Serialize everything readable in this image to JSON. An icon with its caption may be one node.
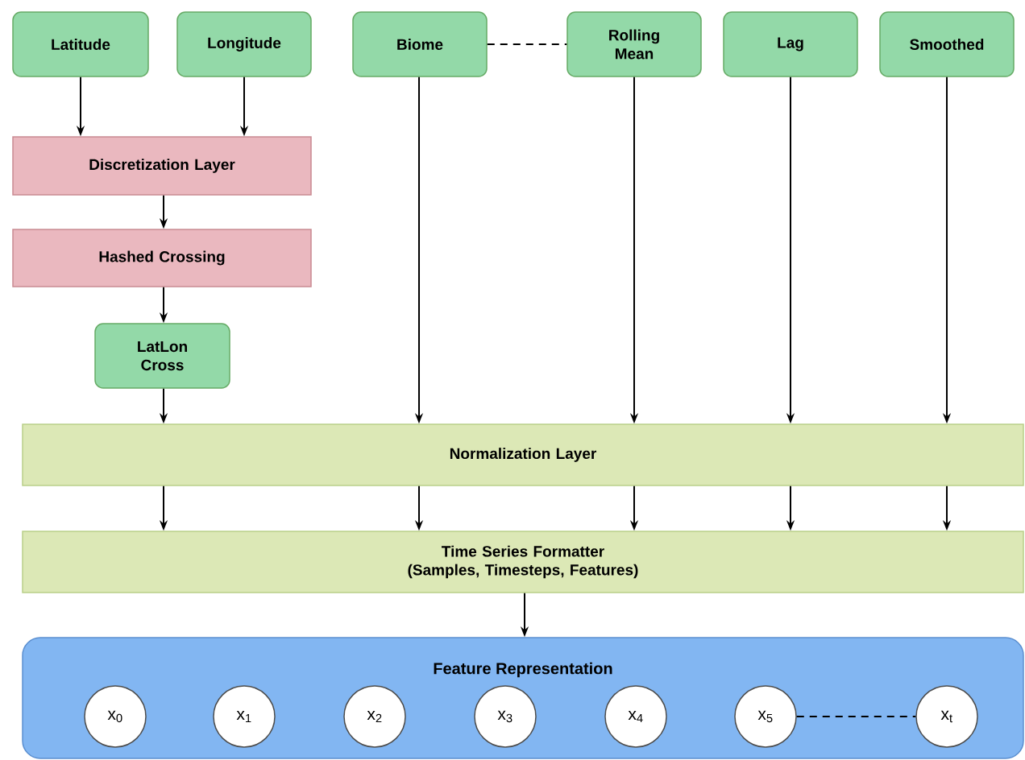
{
  "diagram": {
    "nodes": [
      {
        "text": [
          "Latitude"
        ]
      },
      {
        "text": [
          "Longitude"
        ]
      },
      {
        "text": [
          "Biome"
        ]
      },
      {
        "text": [
          "Rolling Mean"
        ]
      },
      {
        "text": [
          "Lag"
        ]
      },
      {
        "text": [
          "Smoothed"
        ]
      },
      {
        "text": [
          "Discretization Layer"
        ]
      },
      {
        "text": [
          "Hashed Crossing"
        ]
      },
      {
        "text": [
          "LatLon Cross"
        ]
      },
      {
        "text": [
          "Normalization Layer"
        ]
      },
      {
        "text": [
          "Time Series Formatter",
          "(Samples, Timesteps, Features)"
        ]
      },
      {
        "text": [
          "Feature Representation"
        ]
      },
      {
        "text": [
          "x$_{0}$"
        ],
        "in": 11
      },
      {
        "text": [
          "x$_{1}$"
        ],
        "in": 11
      },
      {
        "text": [
          "x$_{2}$"
        ],
        "in": 11
      },
      {
        "text": [
          "x$_{3}$"
        ],
        "in": 11
      },
      {
        "text": [
          "x$_{4}$"
        ],
        "in": 11
      },
      {
        "text": [
          "x$_{5}$"
        ],
        "in": 11
      },
      {
        "text": [
          "x$_{t}$"
        ],
        "in": 11
      }
    ],
    "edges": [
      {
        "from": 0,
        "to": 6,
        "arrow": "to"
      },
      {
        "from": 1,
        "to": 6,
        "arrow": "to"
      },
      {
        "from": 6,
        "to": 7,
        "arrow": "to"
      },
      {
        "from": 7,
        "to": 8,
        "arrow": "to"
      },
      {
        "from": 8,
        "to": 9,
        "arrow": "to"
      },
      {
        "from": 2,
        "to": 9,
        "arrow": "to"
      },
      {
        "from": 3,
        "to": 9,
        "arrow": "to"
      },
      {
        "from": 4,
        "to": 9,
        "arrow": "to"
      },
      {
        "from": 5,
        "to": 9,
        "arrow": "to"
      },
      {
        "from": 2,
        "to": 3,
        "arrow": "none",
        "style": "dashed"
      },
      {
        "from": 9,
        "to": 10,
        "arrow": "to"
      },
      {
        "from": 9,
        "to": 10,
        "arrow": "to"
      },
      {
        "from": 9,
        "to": 10,
        "arrow": "to"
      },
      {
        "from": 9,
        "to": 10,
        "arrow": "to"
      },
      {
        "from": 9,
        "to": 10,
        "arrow": "to"
      },
      {
        "from": 10,
        "to": 11,
        "arrow": "to"
      },
      {
        "from": 17,
        "to": 18,
        "arrow": "none",
        "style": "dashed"
      }
    ]
  }
}
